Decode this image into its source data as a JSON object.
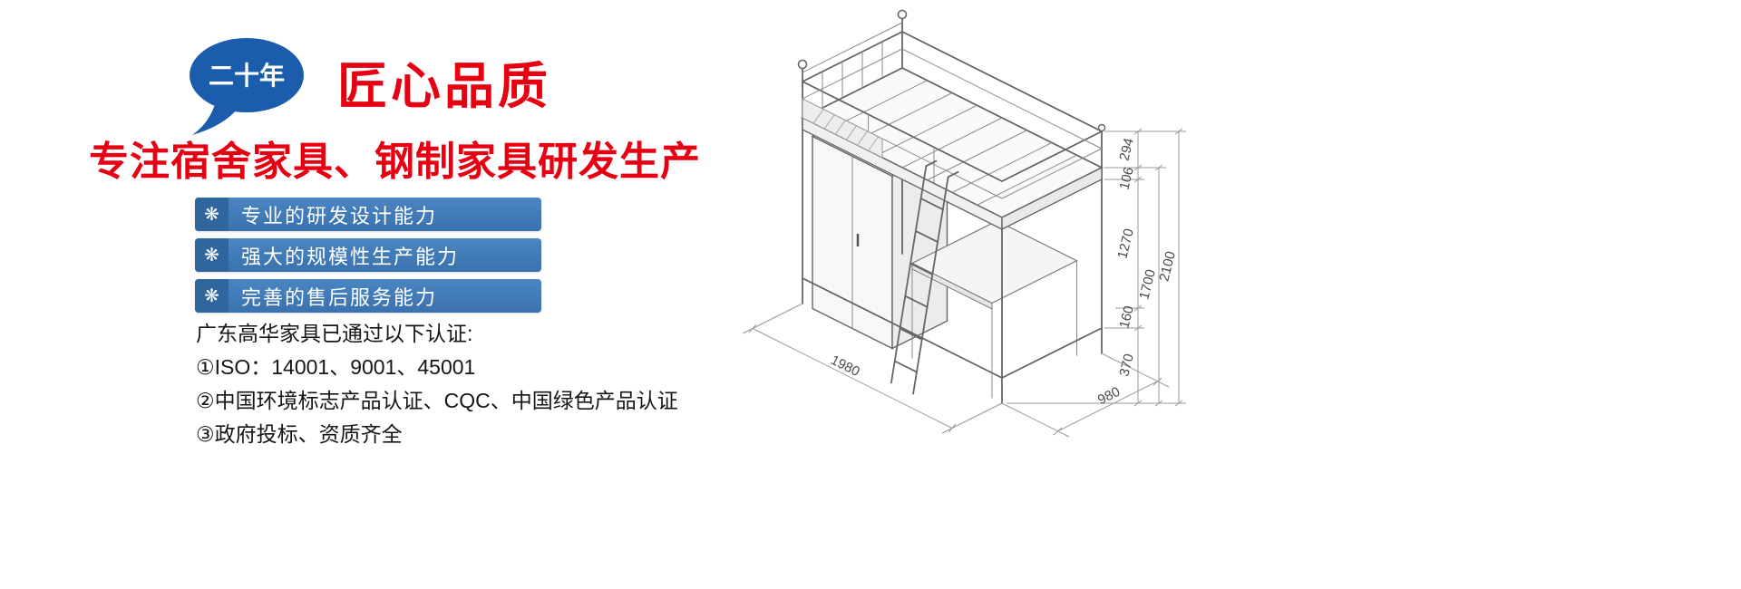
{
  "brand": {
    "badge_text": "二十年",
    "title": "匠心品质",
    "subtitle": "专注宿舍家具、钢制家具研发生产"
  },
  "features": [
    "专业的研发设计能力",
    "强大的规模性生产能力",
    "完善的售后服务能力"
  ],
  "certifications": {
    "heading": "广东高华家具已通过以下认证:",
    "items": [
      "①ISO：14001、9001、45001",
      "②中国环境标志产品认证、CQC、中国绿色产品认证",
      "③政府投标、资质齐全"
    ]
  },
  "icons": {
    "flower": "❋"
  },
  "colors": {
    "accent_red": "#e60012",
    "badge_blue": "#1c5cad",
    "bar_blue": "#3a72ae",
    "bar_blue_light": "#4a86c2",
    "bar_icon_blue": "#2f669e"
  },
  "diagram": {
    "dimensions_mm": {
      "rail": "294",
      "frame": "106",
      "under_bunk": "1270",
      "gap": "160",
      "base": "370",
      "bunk_height": "1700",
      "total_height": "2100",
      "length": "1980",
      "depth": "980"
    }
  }
}
